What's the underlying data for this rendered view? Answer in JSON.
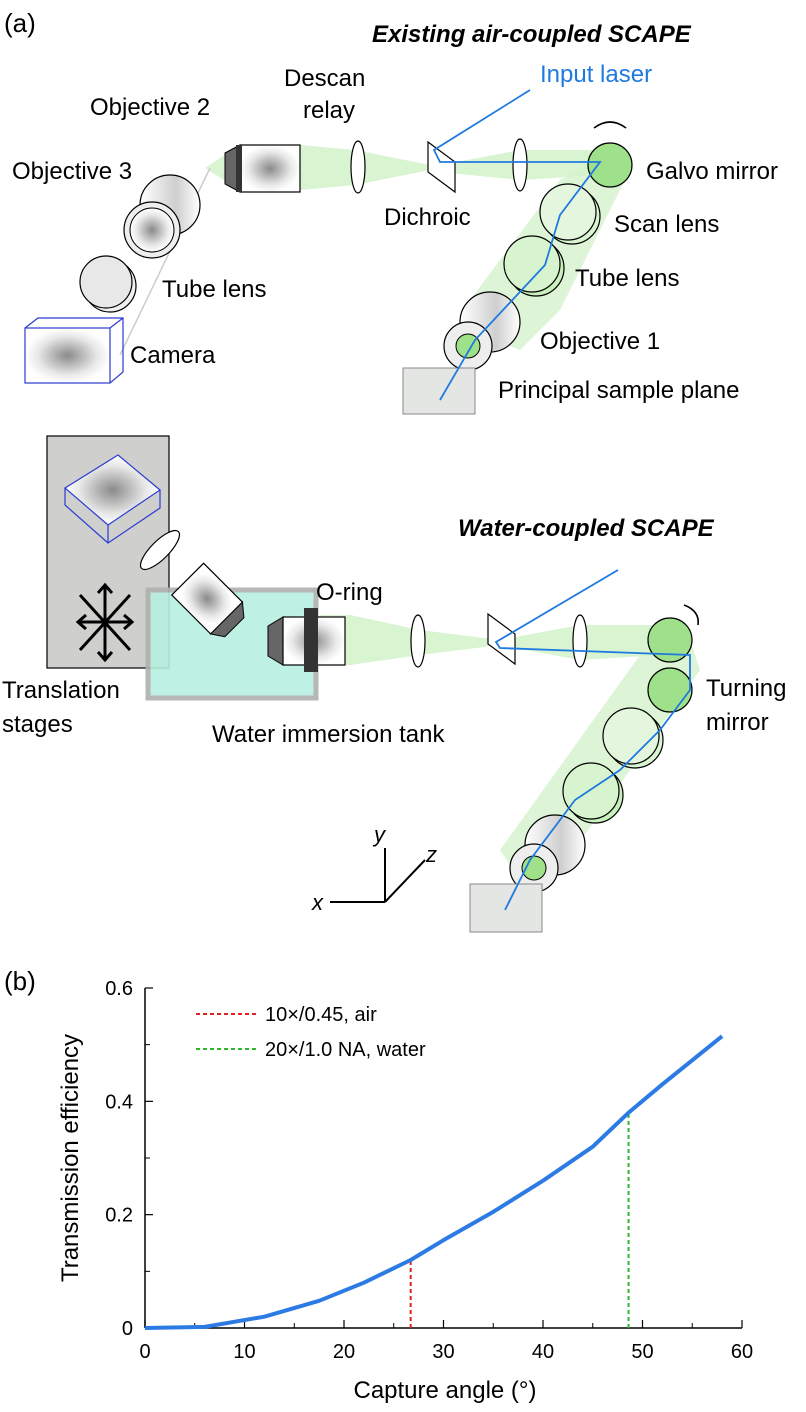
{
  "panel_a": {
    "label": "(a)",
    "top_title": "Existing air-coupled SCAPE",
    "bottom_title": "Water-coupled SCAPE",
    "labels": {
      "input_laser": "Input laser",
      "descan_relay_1": "Descan",
      "descan_relay_2": "relay",
      "objective_2": "Objective 2",
      "objective_3": "Objective 3",
      "galvo_mirror": "Galvo mirror",
      "dichroic": "Dichroic",
      "scan_lens": "Scan lens",
      "tube_lens_left": "Tube lens",
      "tube_lens_right": "Tube lens",
      "camera": "Camera",
      "objective_1": "Objective 1",
      "principal_sample_plane": "Principal sample plane",
      "o_ring": "O-ring",
      "translation_stages_1": "Translation",
      "translation_stages_2": "stages",
      "water_immersion_tank": "Water immersion tank",
      "turning_mirror_1": "Turning",
      "turning_mirror_2": "mirror"
    },
    "axes": {
      "x": "x",
      "y": "y",
      "z": "z"
    },
    "colors": {
      "laser": "#1f7ae0",
      "beam": "#c9f0c0",
      "lens_green": "#9fe08a",
      "tank": "#b8f0e0",
      "stage": "#cfcfcd"
    }
  },
  "panel_b": {
    "label": "(b)",
    "chart_data": {
      "type": "line",
      "xlabel": "Capture angle (°)",
      "ylabel": "Transmission efficiency",
      "xlim": [
        0,
        60
      ],
      "ylim": [
        0,
        0.6
      ],
      "xticks": [
        "0",
        "10",
        "20",
        "30",
        "40",
        "50",
        "60"
      ],
      "yticks": [
        "0",
        "0.2",
        "0.4",
        "0.6"
      ],
      "series": [
        {
          "color": "#2c7be5",
          "x": [
            0,
            6,
            12,
            17.5,
            22,
            26.7,
            30,
            35,
            40,
            45,
            48.6,
            52,
            58
          ],
          "y": [
            0,
            0.002,
            0.02,
            0.048,
            0.08,
            0.12,
            0.155,
            0.205,
            0.26,
            0.32,
            0.38,
            0.43,
            0.515
          ]
        }
      ],
      "markers": [
        {
          "label": "10×/0.45, air",
          "x": 26.7,
          "y": 0.12,
          "color": "#e02020"
        },
        {
          "label": "20×/1.0 NA, water",
          "x": 48.6,
          "y": 0.38,
          "color": "#2db82d"
        }
      ],
      "legend_position": "top-left"
    }
  }
}
